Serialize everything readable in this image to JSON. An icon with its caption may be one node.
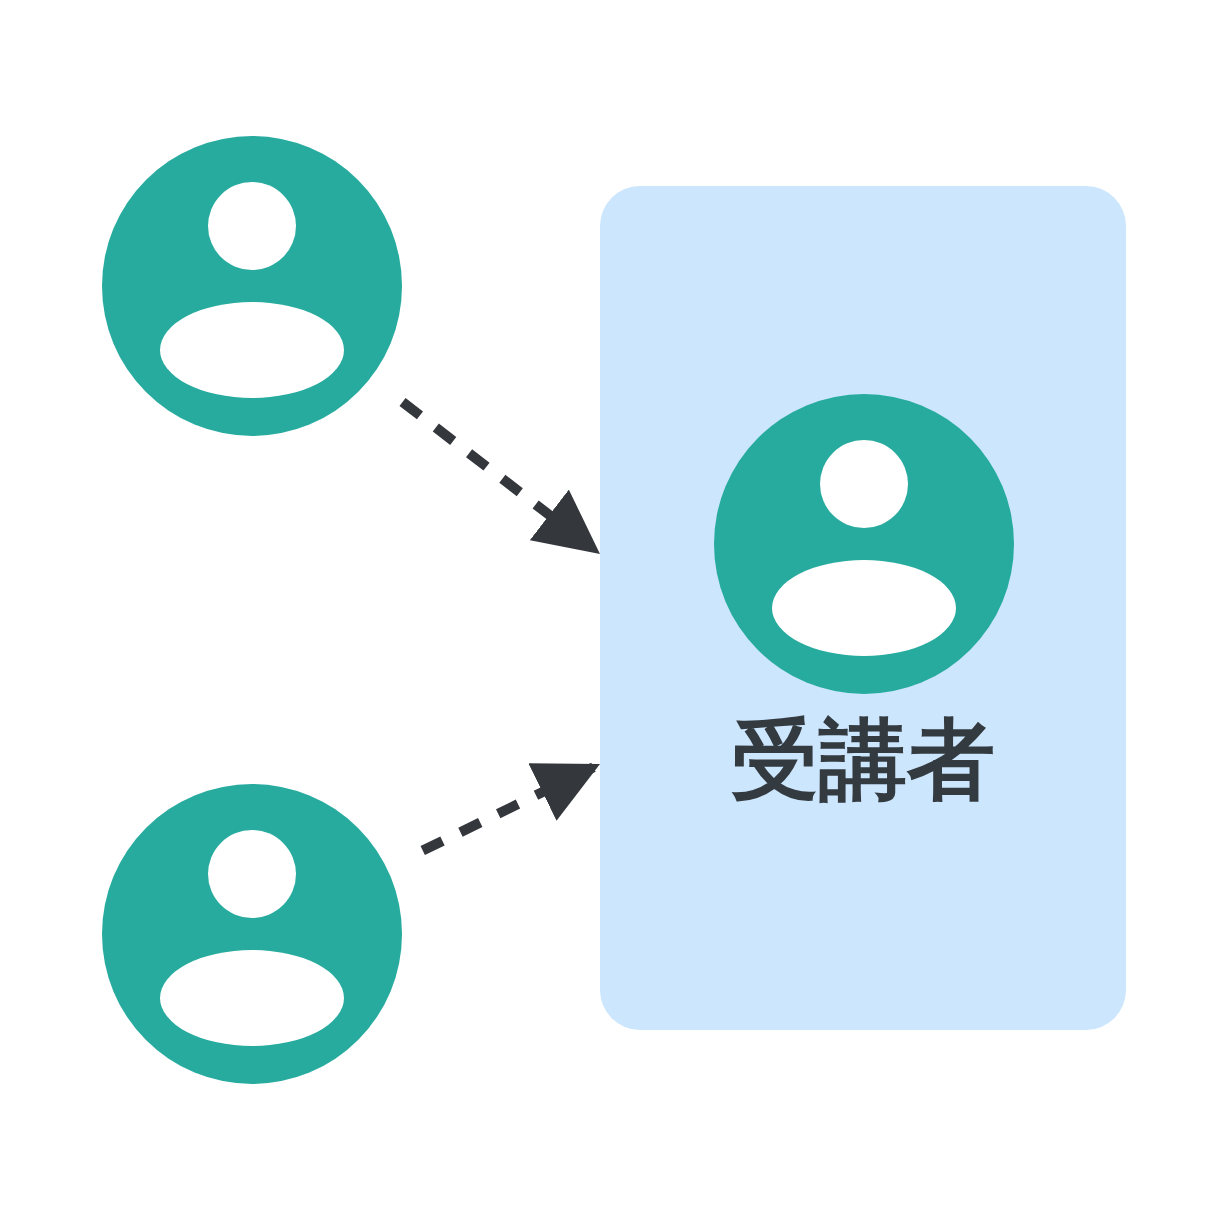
{
  "diagram": {
    "nodes": [
      {
        "text": [],
        "shape": "person"
      },
      {
        "text": [],
        "shape": "person"
      },
      {
        "text": [
          "受講者"
        ]
      },
      {
        "text": [],
        "shape": "person",
        "in": 2
      }
    ],
    "edges": [
      {
        "from": 0,
        "to": 2,
        "arrow": "to",
        "style": "dashed"
      },
      {
        "from": 1,
        "to": 2,
        "arrow": "to",
        "style": "dashed"
      }
    ]
  }
}
